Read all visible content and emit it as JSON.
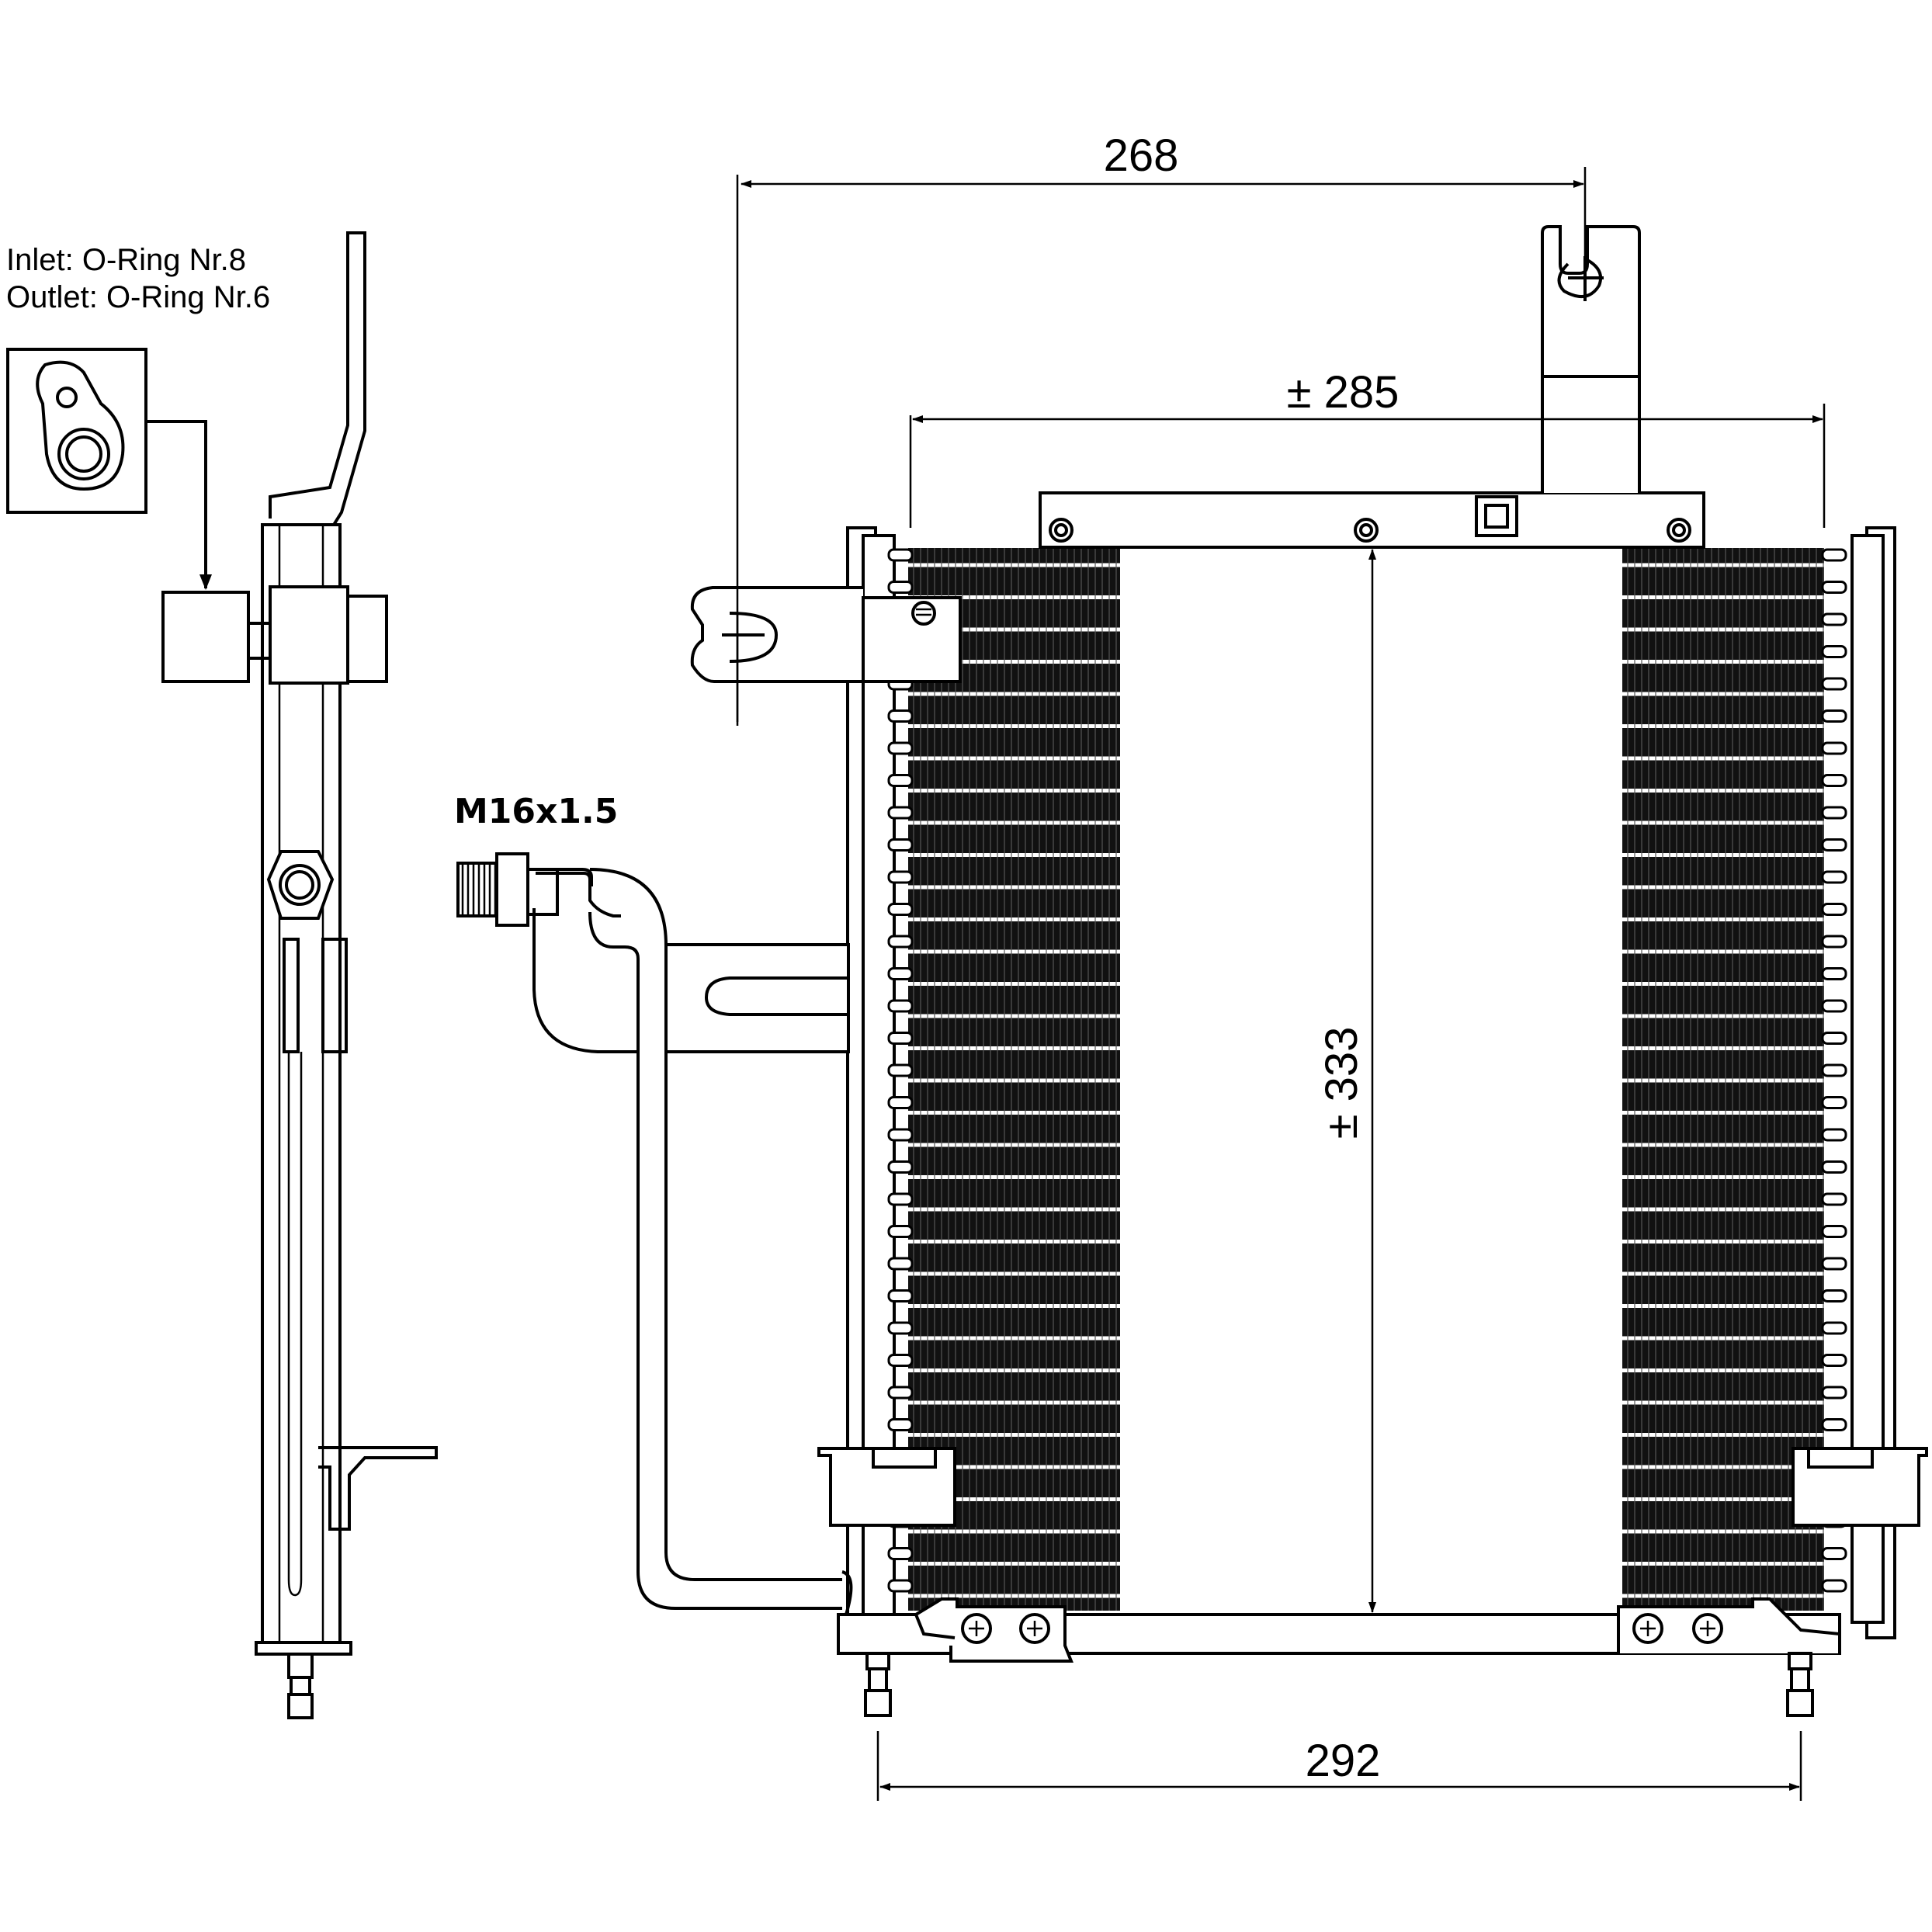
{
  "notes": {
    "inlet": "Inlet: O-Ring Nr.8",
    "outlet": "Outlet: O-Ring Nr.6"
  },
  "thread_label": "M16x1.5",
  "dimensions": {
    "top_width": "268",
    "core_width": "± 285",
    "bottom_width": "292",
    "core_height": "± 333"
  },
  "icons": {
    "oring_detail": "o-ring-flange-icon"
  }
}
